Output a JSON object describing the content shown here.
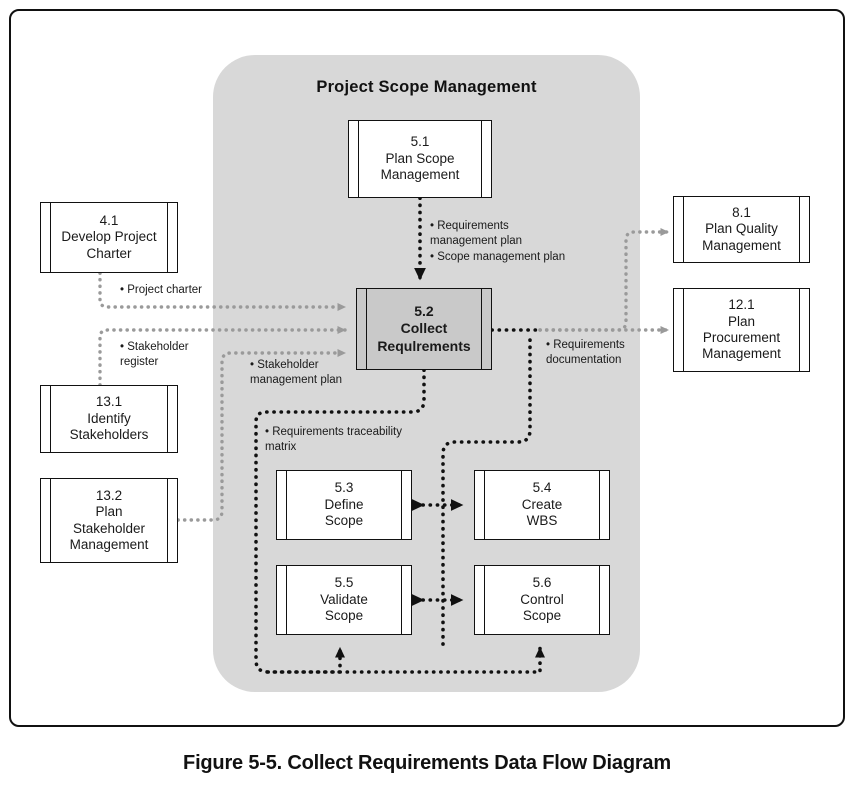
{
  "figure": {
    "caption": "Figure 5-5. Collect Requirements Data Flow Diagram",
    "panel_title": "Project Scope Management",
    "colors": {
      "panel_fill": "#d8d8d8",
      "focus_node_fill": "#c9c9c9",
      "grey_flow": "#9a9a9a",
      "black_flow": "#111111",
      "border": "#111111"
    }
  },
  "nodes": {
    "plan_scope_management": {
      "id": "5.1",
      "name": "Plan Scope\nManagement"
    },
    "collect_requirements": {
      "id": "5.2",
      "name": "Collect\nRequlrements"
    },
    "define_scope": {
      "id": "5.3",
      "name": "Define\nScope"
    },
    "create_wbs": {
      "id": "5.4",
      "name": "Create\nWBS"
    },
    "validate_scope": {
      "id": "5.5",
      "name": "Validate\nScope"
    },
    "control_scope": {
      "id": "5.6",
      "name": "Control\nScope"
    },
    "develop_project_charter": {
      "id": "4.1",
      "name": "Develop Project\nCharter"
    },
    "identify_stakeholders": {
      "id": "13.1",
      "name": "Identify\nStakeholders"
    },
    "plan_stakeholder_management": {
      "id": "13.2",
      "name": "Plan\nStakeholder\nManagement"
    },
    "plan_quality_management": {
      "id": "8.1",
      "name": "Plan Quality\nManagement"
    },
    "plan_procurement_management": {
      "id": "12.1",
      "name": "Plan\nProcurement\nManagement"
    }
  },
  "flows": {
    "requirements_management_plan": "• Requirements\n   management plan",
    "scope_management_plan": "• Scope management plan",
    "project_charter": "• Project charter",
    "stakeholder_register": "• Stakeholder\n   register",
    "stakeholder_management_plan": "• Stakeholder\n   management plan",
    "requirements_documentation": "• Requirements\n   documentation",
    "requirements_traceability_matrix": "• Requirements traceability\n   matrix"
  }
}
